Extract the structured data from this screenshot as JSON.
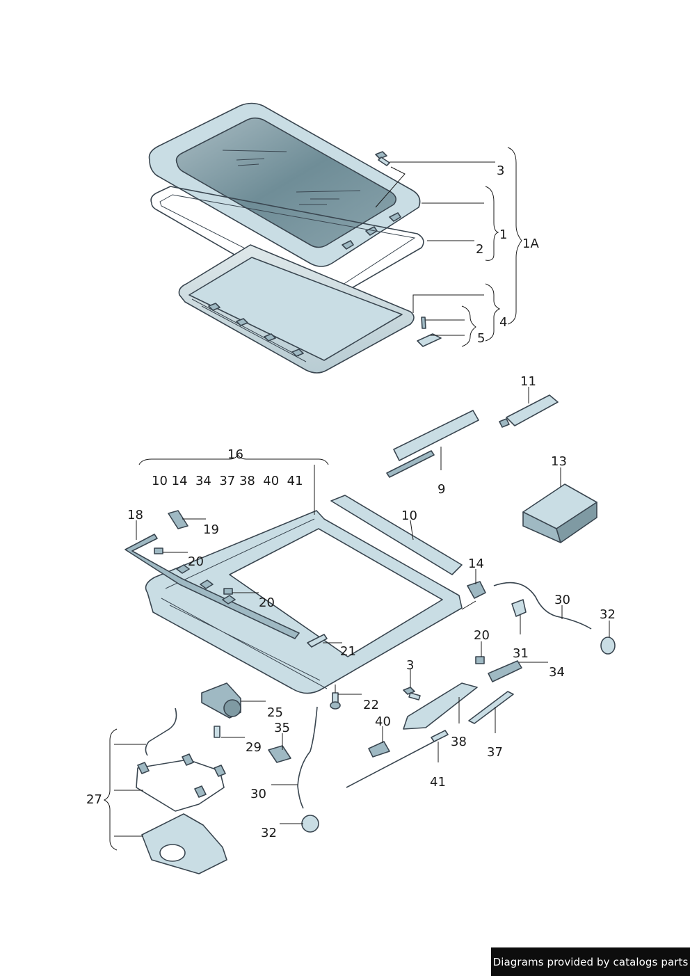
{
  "callouts": {
    "c3a": "3",
    "c1": "1",
    "c1A": "1A",
    "c2": "2",
    "c4": "4",
    "c5": "5",
    "c11": "11",
    "c16": "16",
    "c16sub": "10 14  34  37 38  40  41",
    "c9": "9",
    "c13": "13",
    "c18": "18",
    "c19": "19",
    "c10": "10",
    "c20a": "20",
    "c20b": "20",
    "c14": "14",
    "c30a": "30",
    "c32a": "32",
    "c20c": "20",
    "c31": "31",
    "c34": "34",
    "c21": "21",
    "c3b": "3",
    "c22": "22",
    "c25": "25",
    "c40": "40",
    "c35": "35",
    "c38": "38",
    "c29": "29",
    "c37": "37",
    "c27": "27",
    "c41": "41",
    "c30b": "30",
    "c32b": "32"
  },
  "colors": {
    "part_fill": "#c9dde4",
    "part_fill_dark": "#9fb9c3",
    "glass": "#7f9aa3",
    "outline": "#3a4650"
  },
  "footer": {
    "text": "Diagrams provided by catalogs parts"
  }
}
